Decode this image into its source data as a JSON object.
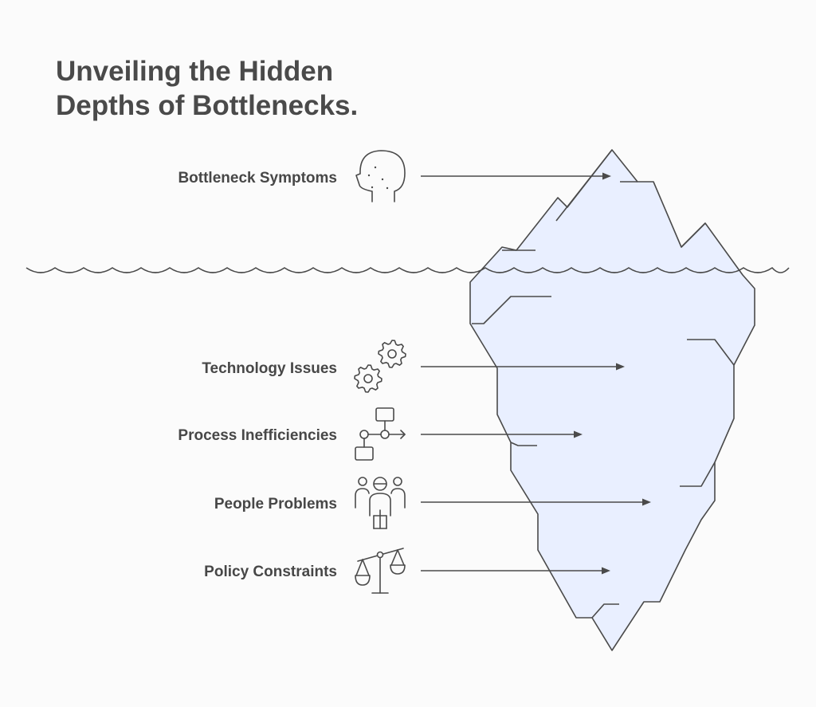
{
  "title": {
    "line1": "Unveiling the Hidden",
    "line2": "Depths of Bottlenecks."
  },
  "colors": {
    "text": "#474747",
    "stroke": "#4a4a4a",
    "iceberg_fill": "#e9efff",
    "background": "#fbfbfb"
  },
  "items": [
    {
      "label": "Bottleneck Symptoms",
      "icon": "head-icon"
    },
    {
      "label": "Technology Issues",
      "icon": "gears-icon"
    },
    {
      "label": "Process Inefficiencies",
      "icon": "flowchart-icon"
    },
    {
      "label": "People Problems",
      "icon": "people-icon"
    },
    {
      "label": "Policy Constraints",
      "icon": "scales-icon"
    }
  ]
}
